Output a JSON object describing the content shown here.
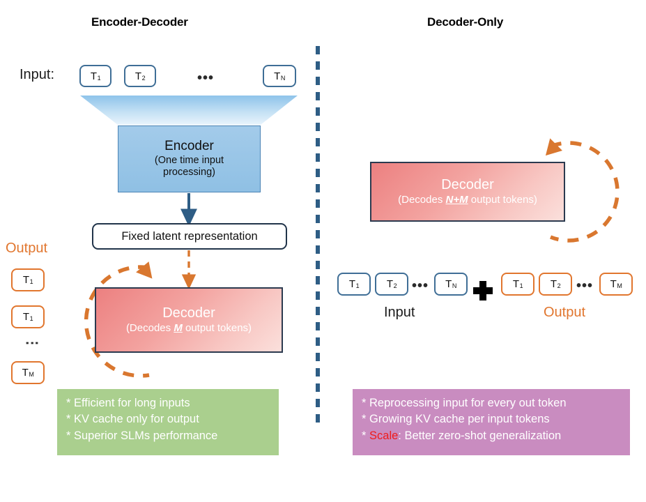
{
  "panels": {
    "left": {
      "title": "Encoder-Decoder"
    },
    "right": {
      "title": "Decoder-Only"
    }
  },
  "colors": {
    "encoder_fill": "#8fc0e4",
    "decoder_fill_start": "#ec8080",
    "decoder_fill_end": "#fbe0dc",
    "input_border": "#3f6e96",
    "output_border": "#e1762e",
    "loop_arrow": "#d9772f",
    "divider": "#2e5d85",
    "green_callout": "#aacf8e",
    "purple_callout": "#c98cc0",
    "scale_highlight": "#ef1b1b",
    "funnel_top": "#8ec3ea",
    "funnel_bottom": "#e8f3fb"
  },
  "left_panel": {
    "input_label": "Input:",
    "input_tokens": [
      {
        "base": "T",
        "sub": "1"
      },
      {
        "base": "T",
        "sub": "2"
      },
      {
        "ellipsis": "•••"
      },
      {
        "base": "T",
        "sub": "N"
      }
    ],
    "encoder": {
      "title": "Encoder",
      "subtitle_line1": "(One time input",
      "subtitle_line2": "processing)"
    },
    "latent": {
      "label": "Fixed latent representation"
    },
    "decoder": {
      "title": "Decoder",
      "subtitle_prefix": "(Decodes ",
      "subtitle_emphasis": "M",
      "subtitle_suffix": " output tokens)"
    },
    "output_label": "Output",
    "output_tokens": [
      {
        "base": "T",
        "sub": "1"
      },
      {
        "base": "T",
        "sub": "1"
      },
      {
        "ellipsis": "⋮"
      },
      {
        "base": "T",
        "sub": "M"
      }
    ],
    "callout": {
      "lines": [
        "* Efficient for long inputs",
        "* KV cache only for output",
        "* Superior SLMs performance"
      ]
    }
  },
  "right_panel": {
    "decoder": {
      "title": "Decoder",
      "subtitle_prefix": "(Decodes ",
      "subtitle_emphasis": "N+M",
      "subtitle_suffix": " output tokens)"
    },
    "input_label": "Input",
    "output_label": "Output",
    "input_tokens": [
      {
        "base": "T",
        "sub": "1"
      },
      {
        "base": "T",
        "sub": "2"
      },
      {
        "ellipsis": "•••"
      },
      {
        "base": "T",
        "sub": "N"
      }
    ],
    "output_tokens": [
      {
        "base": "T",
        "sub": "1"
      },
      {
        "base": "T",
        "sub": "2"
      },
      {
        "ellipsis": "•••"
      },
      {
        "base": "T",
        "sub": "M"
      }
    ],
    "plus_symbol": "+",
    "callout": {
      "line1": "* Reprocessing input for every out token",
      "line2": "* Growing KV cache per input tokens",
      "line3_prefix": "* ",
      "line3_highlight": "Scale",
      "line3_suffix": ": Better zero-shot generalization"
    }
  }
}
